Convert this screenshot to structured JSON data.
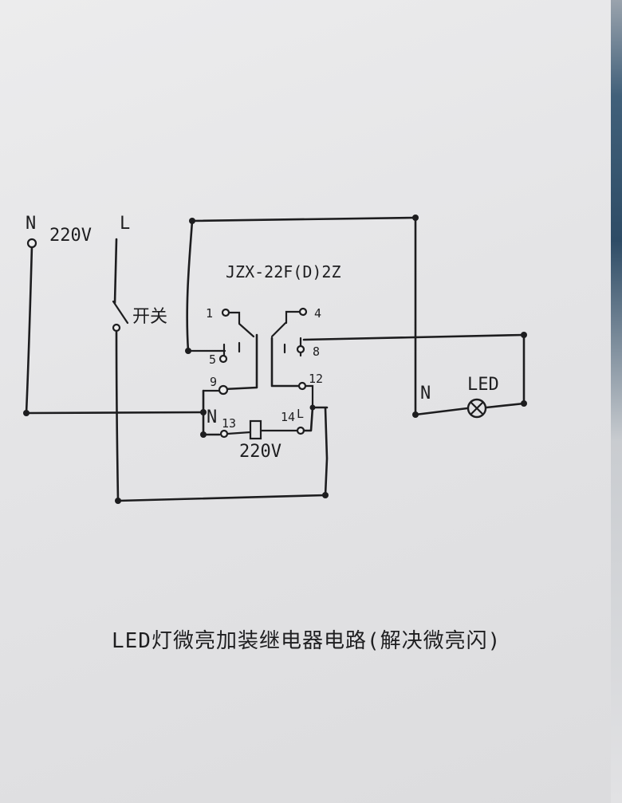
{
  "supply": {
    "neutral": "N",
    "voltage": "220V",
    "live": "L",
    "switch": "开关"
  },
  "relay": {
    "model": "JZX-22F(D)2Z",
    "pins": {
      "p1": "1",
      "p4": "4",
      "p5": "5",
      "p8": "8",
      "p9": "9",
      "p12": "12",
      "p13": "13",
      "p14": "14"
    },
    "base_n": "N",
    "base_l": "L",
    "coil_voltage": "220V"
  },
  "load": {
    "neutral": "N",
    "lamp": "LED"
  },
  "caption": "LED灯微亮加装继电器电路(解决微亮闪)"
}
